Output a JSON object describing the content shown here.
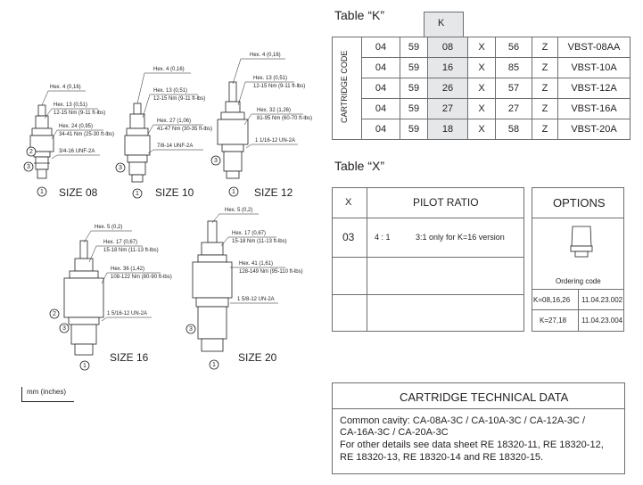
{
  "size_labels": [
    "SIZE 08",
    "SIZE 10",
    "SIZE 12",
    "SIZE 16",
    "SIZE 20"
  ],
  "size08": {
    "hex1": "Hex. 4 (0,16)",
    "hex2": "Hex. 13 (0,51)",
    "torque2": "12-15 Nm (9-11 ft-lbs)",
    "hex3": "Hex. 24 (0,95)",
    "torque3": "34-41 Nm (25-30 ft-lbs)",
    "thread": "3/4-16 UNF-2A"
  },
  "size10": {
    "hex1": "Hex. 4 (0,16)",
    "hex2": "Hex. 13 (0,51)",
    "torque2": "12-15 Nm (9-11 ft-lbs)",
    "hex3": "Hex. 27 (1,06)",
    "torque3": "41-47 Nm (30-35 ft-lbs)",
    "thread": "7/8-14 UNF-2A"
  },
  "size12": {
    "hex1": "Hex. 4 (0,16)",
    "hex2": "Hex. 13 (0,51)",
    "torque2": "12-15 Nm (9-11 ft-lbs)",
    "hex3": "Hex. 32 (1,26)",
    "torque3": "81-95 Nm (60-70 ft-lbs)",
    "thread": "1 1/16-12 UN-2A"
  },
  "size16": {
    "hex1": "Hex. 5 (0,2)",
    "hex2": "Hex. 17 (0,67)",
    "torque2": "15-18 Nm (11-13 ft-lbs)",
    "hex3": "Hex. 36 (1,42)",
    "torque3": "108-122 Nm (80-90 ft-lbs)",
    "thread": "1 5/16-12 UN-2A"
  },
  "size20": {
    "hex1": "Hex. 5 (0,2)",
    "hex2": "Hex. 17 (0,67)",
    "torque2": "15-18 Nm (11-13 ft-lbs)",
    "hex3": "Hex. 41 (1,61)",
    "torque3": "128-149 Nm (95-110 ft-lbs)",
    "thread": "1 5/8-12 UN-2A"
  },
  "port_labels": [
    "1",
    "2",
    "3"
  ],
  "units_note": "mm (inches)",
  "table_k": {
    "title": "Table “K”",
    "k_header": "K",
    "side_label": "CARTRIDGE CODE",
    "rows": [
      [
        "04",
        "59",
        "08",
        "X",
        "56",
        "Z",
        "VBST-08AA"
      ],
      [
        "04",
        "59",
        "16",
        "X",
        "85",
        "Z",
        "VBST-10A"
      ],
      [
        "04",
        "59",
        "26",
        "X",
        "57",
        "Z",
        "VBST-12A"
      ],
      [
        "04",
        "59",
        "27",
        "X",
        "27",
        "Z",
        "VBST-16A"
      ],
      [
        "04",
        "59",
        "18",
        "X",
        "58",
        "Z",
        "VBST-20A"
      ]
    ]
  },
  "table_x": {
    "title": "Table “X”",
    "col_x": "X",
    "col_ratio": "PILOT RATIO",
    "row_code": "03",
    "row_ratio1": "4 : 1",
    "row_ratio2": "3:1  only for K=16 version"
  },
  "options": {
    "title": "OPTIONS",
    "ordering_code": "Ordering code",
    "rows": [
      {
        "k": "K=08,16,26",
        "code": "11.04.23.002"
      },
      {
        "k": "K=27,18",
        "code": "11.04.23.004"
      }
    ]
  },
  "tech_data": {
    "title": "CARTRIDGE TECHNICAL DATA",
    "lines": [
      "Common cavity: CA-08A-3C / CA-10A-3C / CA-12A-3C /",
      "CA-16A-3C / CA-20A-3C",
      "For other details see data sheet RE 18320-11, RE 18320-12,",
      "RE 18320-13, RE 18320-14 and RE 18320-15."
    ]
  },
  "colors": {
    "line": "#6d6e71",
    "k_column": "#e6e7e8",
    "text": "#231f20"
  }
}
